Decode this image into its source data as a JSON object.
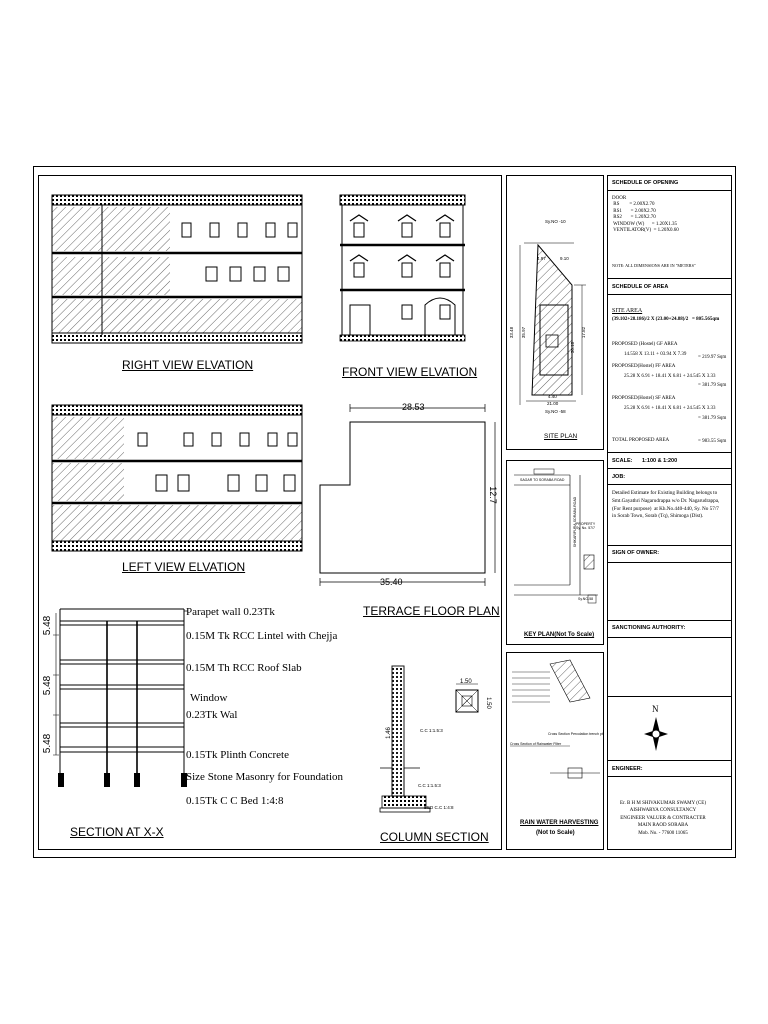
{
  "titles": {
    "right_view": "RIGHT VIEW ELVATION",
    "front_view": "FRONT VIEW ELVATION",
    "left_view": "LEFT VIEW ELVATION",
    "terrace": "TERRACE FLOOR PLAN",
    "section": "SECTION AT X-X",
    "column": "COLUMN SECTION",
    "site_plan": "SITE PLAN",
    "key_plan": "KEY PLAN(Not To Scale)",
    "rwh_line1": "RAIN WATER HARVESTING",
    "rwh_line2": "(Not to Scale)"
  },
  "terrace_dims": {
    "top": "28.53",
    "bottom": "35.40",
    "right": "12.7"
  },
  "section_labels": [
    "Parapet wall 0.23Tk",
    "0.15M Tk RCC Lintel with Chejja",
    "0.15M Th RCC Roof Slab",
    "Window",
    "0.23Tk Wal",
    "0.15Tk Plinth Concrete",
    "Size Stone Masonry for Foundation",
    "0.15Tk C C Bed 1:4:8"
  ],
  "section_dims": [
    "5.48",
    "5.48",
    "5.48"
  ],
  "column_labels": {
    "cc1": "C.C 1:1.5:3",
    "cc2": "C.C 1:1.5:3",
    "bed": "BED C.C 1:4:8",
    "dim1": "1.50",
    "dim2": "1.50",
    "height": "1.46"
  },
  "site_plan_labels": {
    "sy_top": "Sy.NO -10",
    "sy_bottom": "Sy.NO -58",
    "d1": "4.97",
    "d2": "9.10",
    "d3": "33.48",
    "d4": "35.97",
    "d5": "30.18",
    "d6": "17.82",
    "d7": "21.00",
    "d8": "4.40"
  },
  "key_plan_labels": {
    "road": "SAGAR TO SORABA ROAD",
    "property": "PROPERTY\nSy. No. 57/7",
    "side_road": "SHIKARIPURA-SORABA ROAD",
    "sy": "Sy.NO-58"
  },
  "rwh_labels": {
    "cross_section": "Cross Section of Rainwater Filter",
    "percolation": "Cross Section Percolation trench pit"
  },
  "schedule_opening": {
    "heading": "SCHEDULE OF OPENING",
    "lines": "DOOR\n RS        = 2.00X2.70\n RS1       = 2.00X2.70\n RS2       = 1.20X2.70\n WINDOW (W)      = 1.20X1.35\n VENTILATOR(V)  = 1.20X0.60",
    "note": "NOTE: ALL DIMENSIONS ARE IN \"METERS\""
  },
  "schedule_area": {
    "heading": "SCHEDULE OF AREA",
    "site_area_label": "SITE AREA",
    "site_area_calc": "(39.102+28.186)/2 X (23.00+24.88)/2   = 805.565qm",
    "gf_label": "PROPOSED (Hostel) GF AREA",
    "gf_calc": "14.558 X 13.11 + 03.94 X 7.39",
    "gf_total": "= 219.97 Sqm",
    "ff_label": "PROPOSED(Hostel) FF AREA",
    "ff_calc": "25.28 X 6.91 + 18.41 X 6.81 + 24.545 X 3.33",
    "ff_total": "= 381.79 Sqm",
    "sf_label": "PROPOSED(Hostel) SF AREA",
    "sf_calc": "25.28 X 6.91 + 18.41 X 6.81 + 24.545 X 3.33",
    "sf_total": "= 381.79 Sqm",
    "total_label": "TOTAL PROPOSED AREA",
    "total_value": "= 983.55 Sqm"
  },
  "scale": {
    "label": "SCALE:",
    "value": "1:100 & 1:200"
  },
  "job": {
    "label": "JOB:",
    "text": "Detailed Estimate for Existing Building belongs to\nSmt.Gayathri Nagarudrappa w/o Dr. Nagarudrappa,\n(For Rent purpose)  at Kh.No.440-440, Sy. No 57/7\nin Sorab Town, Sorab (Tq), Shimoga (Dist)."
  },
  "sign_owner": "SIGN OF OWNER:",
  "sanction": "SANCTIONING AUTHORITY:",
  "north": "N",
  "engineer": {
    "label": "ENGINEER:",
    "lines": "Er. B H M SHIVAKUMAR SWAMY (CE)\nAISHWARYA CONSULTANCY\nENGINEER VALUER & CONTRACTER\nMAIN RAOD SORABA\nMob. No. - 77600 11065"
  }
}
